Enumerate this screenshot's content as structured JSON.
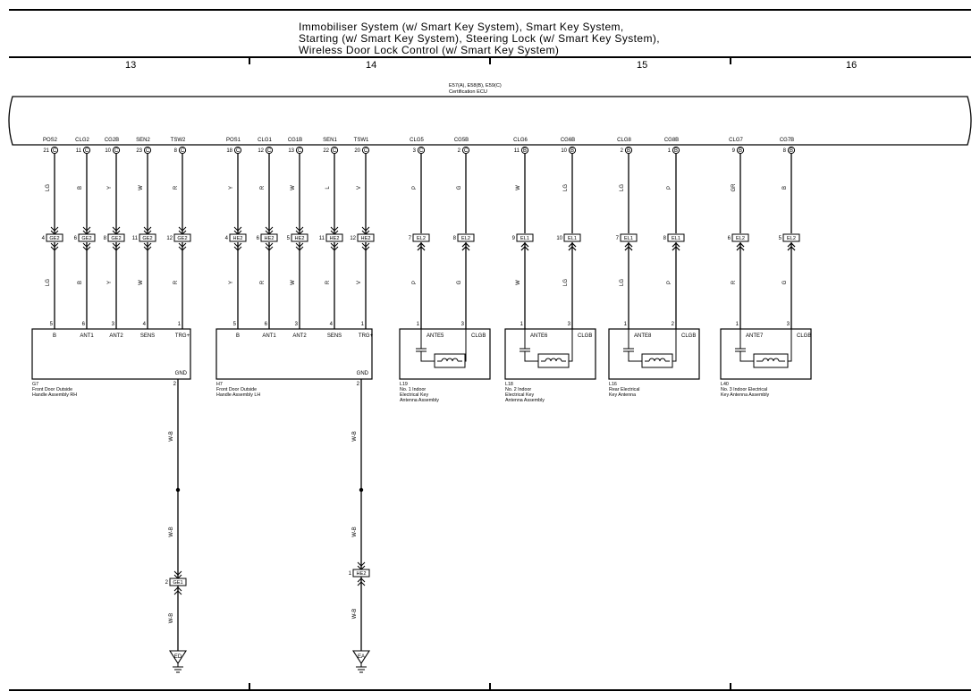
{
  "title": [
    "Immobiliser System (w/ Smart Key System),  Smart Key System,",
    "Starting (w/ Smart Key System),  Steering Lock (w/ Smart Key System),",
    "Wireless Door Lock Control (w/ Smart Key System)"
  ],
  "columns": [
    "13",
    "14",
    "15",
    "16"
  ],
  "ecu": {
    "code": "E57(A), E58(B), E59(C)",
    "name": "Certification ECU"
  },
  "wires": [
    {
      "term": "POS2",
      "pin": "21",
      "con": "C",
      "top_color": "LG",
      "junc_pin": "4",
      "junc": "GE2",
      "bot_color": "LG",
      "comp_pin": "5",
      "comp_term": "B"
    },
    {
      "term": "CLG2",
      "pin": "11",
      "con": "C",
      "top_color": "B",
      "junc_pin": "6",
      "junc": "GE2",
      "bot_color": "B",
      "comp_pin": "6",
      "comp_term": "ANT1"
    },
    {
      "term": "CG2B",
      "pin": "10",
      "con": "C",
      "top_color": "Y",
      "junc_pin": "8",
      "junc": "GE2",
      "bot_color": "Y",
      "comp_pin": "3",
      "comp_term": "ANT2"
    },
    {
      "term": "SEN2",
      "pin": "23",
      "con": "C",
      "top_color": "W",
      "junc_pin": "11",
      "junc": "GE2",
      "bot_color": "W",
      "comp_pin": "4",
      "comp_term": "SENS"
    },
    {
      "term": "TSW2",
      "pin": "8",
      "con": "C",
      "top_color": "R",
      "junc_pin": "12",
      "junc": "GE2",
      "bot_color": "R",
      "comp_pin": "1",
      "comp_term": "TRG+"
    },
    {
      "term": "POS1",
      "pin": "18",
      "con": "C",
      "top_color": "Y",
      "junc_pin": "4",
      "junc": "HE2",
      "bot_color": "Y",
      "comp_pin": "5",
      "comp_term": "B"
    },
    {
      "term": "CLG1",
      "pin": "12",
      "con": "C",
      "top_color": "R",
      "junc_pin": "6",
      "junc": "HE2",
      "bot_color": "R",
      "comp_pin": "6",
      "comp_term": "ANT1"
    },
    {
      "term": "CG1B",
      "pin": "13",
      "con": "C",
      "top_color": "W",
      "junc_pin": "5",
      "junc": "HE2",
      "bot_color": "W",
      "comp_pin": "3",
      "comp_term": "ANT2"
    },
    {
      "term": "SEN1",
      "pin": "22",
      "con": "C",
      "top_color": "L",
      "junc_pin": "11",
      "junc": "HE2",
      "bot_color": "R",
      "comp_pin": "4",
      "comp_term": "SENS"
    },
    {
      "term": "TSW1",
      "pin": "20",
      "con": "C",
      "top_color": "V",
      "junc_pin": "12",
      "junc": "HE2",
      "bot_color": "V",
      "comp_pin": "1",
      "comp_term": "TRG+"
    },
    {
      "term": "CLG5",
      "pin": "3",
      "con": "C",
      "top_color": "P",
      "junc_pin": "7",
      "junc": "EL2",
      "bot_color": "P",
      "comp_pin": "1",
      "comp_term": "ANTE5"
    },
    {
      "term": "CG5B",
      "pin": "2",
      "con": "C",
      "top_color": "G",
      "junc_pin": "8",
      "junc": "EL2",
      "bot_color": "G",
      "comp_pin": "3",
      "comp_term": "CLGB"
    },
    {
      "term": "CLG6",
      "pin": "11",
      "con": "B",
      "top_color": "W",
      "junc_pin": "9",
      "junc": "EL1",
      "bot_color": "W",
      "comp_pin": "1",
      "comp_term": "ANTE6"
    },
    {
      "term": "CG6B",
      "pin": "10",
      "con": "B",
      "top_color": "LG",
      "junc_pin": "10",
      "junc": "EL1",
      "bot_color": "LG",
      "comp_pin": "3",
      "comp_term": "CLGB"
    },
    {
      "term": "CLG8",
      "pin": "2",
      "con": "B",
      "top_color": "LG",
      "junc_pin": "7",
      "junc": "EL1",
      "bot_color": "LG",
      "comp_pin": "1",
      "comp_term": "ANTE8"
    },
    {
      "term": "CG8B",
      "pin": "1",
      "con": "B",
      "top_color": "P",
      "junc_pin": "8",
      "junc": "EL1",
      "bot_color": "P",
      "comp_pin": "2",
      "comp_term": "CLGB"
    },
    {
      "term": "CLG7",
      "pin": "9",
      "con": "B",
      "top_color": "GR",
      "junc_pin": "6",
      "junc": "EL2",
      "bot_color": "R",
      "comp_pin": "1",
      "comp_term": "ANTE7"
    },
    {
      "term": "CG7B",
      "pin": "8",
      "con": "B",
      "top_color": "B",
      "junc_pin": "5",
      "junc": "EL2",
      "bot_color": "G",
      "comp_pin": "3",
      "comp_term": "CLGB"
    }
  ],
  "components": [
    {
      "code": "G7",
      "lines": [
        "Front Door Outside",
        "Handle Assembly RH"
      ],
      "gnd_label": "GND"
    },
    {
      "code": "H7",
      "lines": [
        "Front Door Outside",
        "Handle Assembly LH"
      ],
      "gnd_label": "GND"
    },
    {
      "code": "L19",
      "lines": [
        "No. 1 Indoor",
        "Electrical Key",
        "Antenna Assembly"
      ]
    },
    {
      "code": "L18",
      "lines": [
        "No. 2 Indoor",
        "Electrical Key",
        "Antenna Assembly"
      ]
    },
    {
      "code": "L16",
      "lines": [
        "Rear Electrical",
        "Key Antenna"
      ]
    },
    {
      "code": "L40",
      "lines": [
        "No. 3 Indoor Electrical",
        "Key Antenna Assembly"
      ]
    }
  ],
  "grounds": [
    {
      "comp_pin": "2",
      "color1": "W-B",
      "color2": "W-B",
      "junc_pin": "2",
      "junc": "GE1",
      "color3": "W-B",
      "ground": "ED"
    },
    {
      "comp_pin": "2",
      "color1": "W-B",
      "color2": "W-B",
      "junc_pin": "1",
      "junc": "HE2",
      "color3": "W-B",
      "ground": "EA"
    }
  ]
}
